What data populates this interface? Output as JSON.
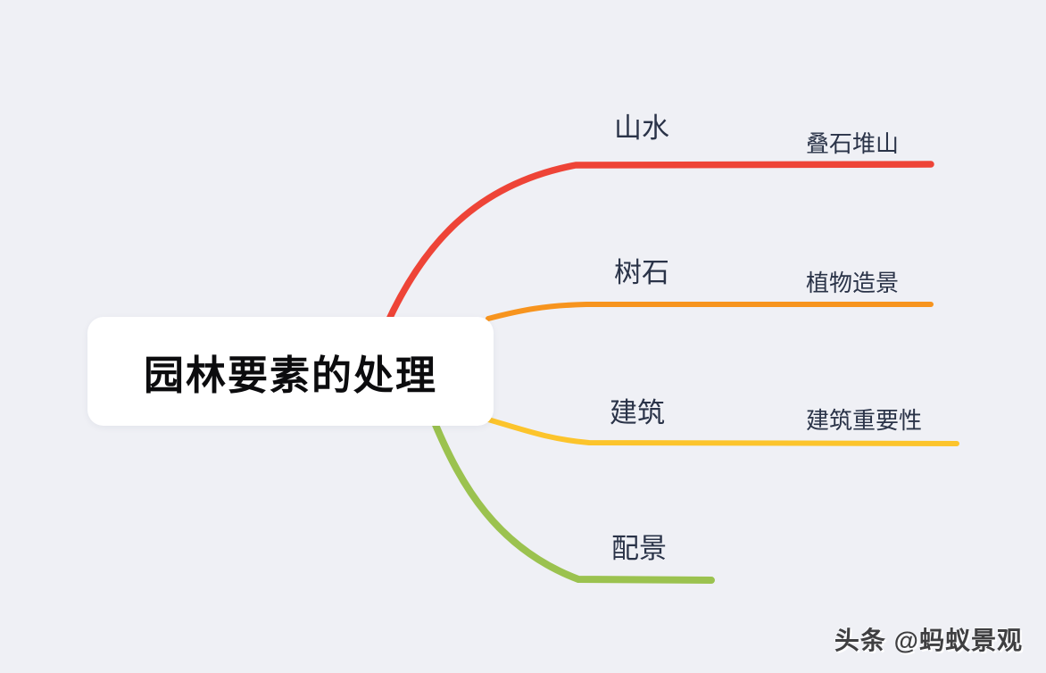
{
  "canvas": {
    "background": "#eff0f5"
  },
  "root": {
    "label": "园林要素的处理",
    "bg": "#ffffff",
    "text_color": "#0c0c0e"
  },
  "branches": [
    {
      "label": "山水",
      "color": "#ee4437",
      "children": [
        {
          "label": "叠石堆山"
        }
      ]
    },
    {
      "label": "树石",
      "color": "#f7941e",
      "children": [
        {
          "label": "植物造景"
        }
      ]
    },
    {
      "label": "建筑",
      "color": "#fcc42c",
      "children": [
        {
          "label": "建筑重要性"
        }
      ]
    },
    {
      "label": "配景",
      "color": "#9bc24f",
      "children": []
    }
  ],
  "label_color": "#2a3348",
  "watermark": {
    "text": "头条 @蚂蚁景观"
  }
}
